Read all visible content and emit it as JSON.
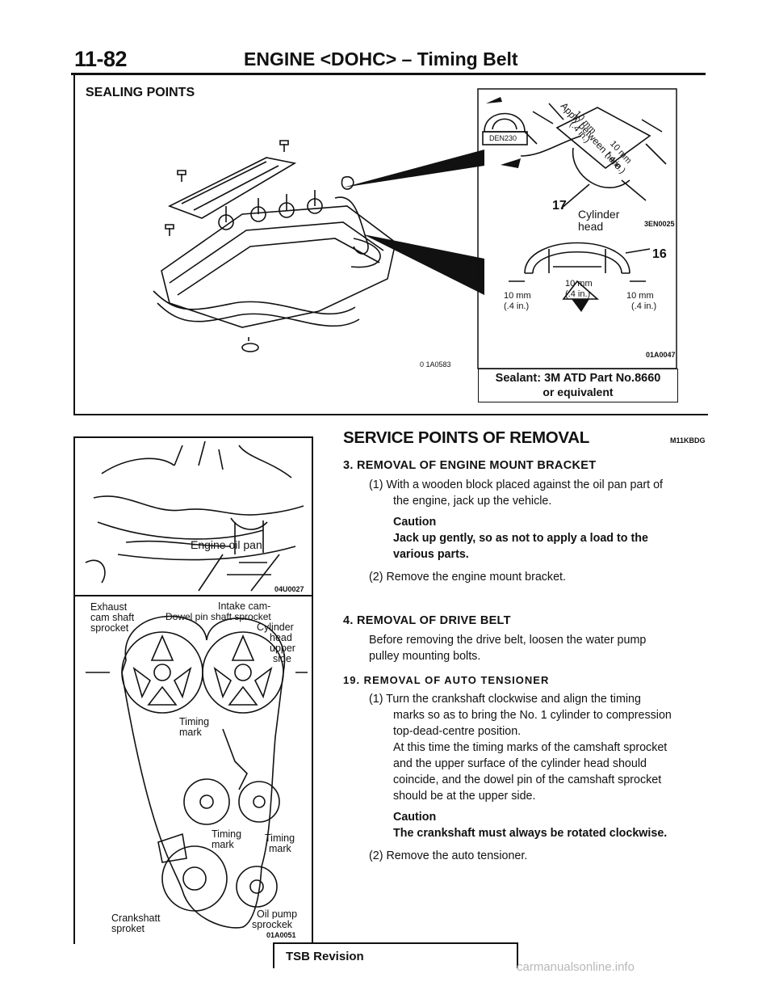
{
  "header": {
    "page_number": "11-82",
    "title": "ENGINE <DOHC> – Timing Belt"
  },
  "sealing": {
    "heading": "SEALING POINTS",
    "fig_left_code": "0 1A0583",
    "fig_right_code_top": "3EN0025",
    "fig_right_code_bottom": "01A0047",
    "den_label": "DEN230",
    "apply_label": "Apply between here",
    "dim_a": "10 mm",
    "dim_a2": "(.4 in.)",
    "dim_b": "10 mm",
    "dim_b2": "(.4 in.)",
    "part_17": "17",
    "part_16": "16",
    "cylinder_head": "Cylinder",
    "cylinder_head2": "head",
    "dim_center": "10 mm",
    "dim_center2": "(.4 in.)",
    "dim_left": "10 mm",
    "dim_left2": "(.4 in.)",
    "dim_right": "10 mm",
    "dim_right2": "(.4 in.)",
    "sealant_line1": "Sealant: 3M ATD Part No.8660",
    "sealant_line2": "or equivalent"
  },
  "figures": {
    "oil_pan_label": "Engine oil pan",
    "oil_pan_code": "04U0027",
    "exhaust": "Exhaust",
    "cam_shaft": "cam shaft",
    "sprocket": "sprocket",
    "intake": "Intake cam-",
    "dowel": "Dowel pin shaft sprocket",
    "cylinder": "Cylinder",
    "head": "head",
    "upper": "upper",
    "side": "side",
    "timing_mark_1a": "Timing",
    "timing_mark_1b": "mark",
    "timing_mark_2a": "Timing",
    "timing_mark_2b": "mark",
    "timing_mark_3a": "Timing",
    "timing_mark_3b": "mark",
    "oil_pump_a": "Oil pump",
    "oil_pump_b": "sprockek",
    "crankshaft_a": "Crankshatt",
    "crankshaft_b": "sproket",
    "belt_code": "01A0051"
  },
  "service": {
    "heading": "SERVICE POINTS OF REMOVAL",
    "code": "M11KBDG",
    "step3_title": "3. REMOVAL OF ENGINE MOUNT BRACKET",
    "step3_p1a": "(1) With a wooden block placed against the oil pan part of",
    "step3_p1b": "the engine, jack up the vehicle.",
    "step3_caution_label": "Caution",
    "step3_caution_a": "Jack up gently, so as not to apply a load to the",
    "step3_caution_b": "various parts.",
    "step3_p2": "(2) Remove the engine mount bracket.",
    "step4_title": "4. REMOVAL OF DRIVE BELT",
    "step4_pa": "Before removing the drive belt, loosen the water pump",
    "step4_pb": "pulley mounting bolts.",
    "step19_title": "19. REMOVAL OF AUTO TENSIONER",
    "step19_p1a": "(1) Turn the crankshaft clockwise and align the timing",
    "step19_p1b": "marks so as to bring the No. 1 cylinder to compression",
    "step19_p1c": "top-dead-centre position.",
    "step19_p1d": "At this time the timing marks of the camshaft sprocket",
    "step19_p1e": "and the upper surface of the cylinder head should",
    "step19_p1f": "coincide, and the dowel pin of the camshaft sprocket",
    "step19_p1g": "should be at the upper side.",
    "step19_caution_label": "Caution",
    "step19_caution": "The crankshaft must always be rotated clockwise.",
    "step19_p2": "(2) Remove the auto tensioner."
  },
  "footer": {
    "tsb": "TSB Revision",
    "watermark": "carmanualsonline.info"
  }
}
